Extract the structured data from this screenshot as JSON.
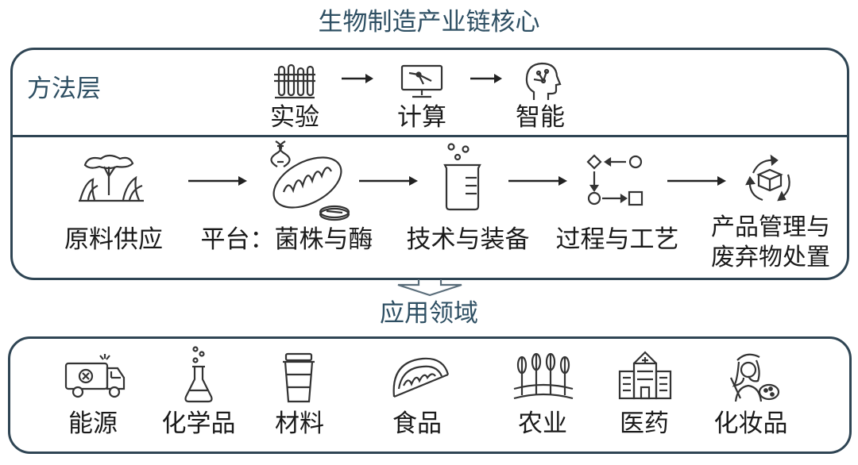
{
  "title_core": "生物制造产业链核心",
  "method_layer": {
    "label": "方法层",
    "steps": [
      {
        "label": "实验",
        "icon": "test-tubes-icon"
      },
      {
        "label": "计算",
        "icon": "computer-monitor-icon"
      },
      {
        "label": "智能",
        "icon": "ai-brain-head-icon"
      }
    ]
  },
  "chain": {
    "stages": [
      {
        "label": "原料供应",
        "icon": "plants-landscape-icon"
      },
      {
        "label": "平台：菌株与酶",
        "icon": "mitochondria-dna-icon"
      },
      {
        "label": "技术与装备",
        "icon": "beaker-icon"
      },
      {
        "label": "过程与工艺",
        "icon": "process-flow-icon"
      },
      {
        "label_line1": "产品管理与",
        "label_line2": "废弃物处置",
        "icon": "recycle-box-icon"
      }
    ]
  },
  "title_apps": "应用领域",
  "applications": [
    {
      "label": "能源",
      "icon": "fuel-truck-icon"
    },
    {
      "label": "化学品",
      "icon": "flask-icon"
    },
    {
      "label": "材料",
      "icon": "cup-icon"
    },
    {
      "label": "食品",
      "icon": "taco-icon"
    },
    {
      "label": "农业",
      "icon": "wheat-icon"
    },
    {
      "label": "医药",
      "icon": "hospital-icon"
    },
    {
      "label": "化妆品",
      "icon": "artist-woman-icon"
    }
  ],
  "colors": {
    "title": "#2e4f63",
    "border": "#2f4554",
    "text": "#1a1a1a"
  }
}
